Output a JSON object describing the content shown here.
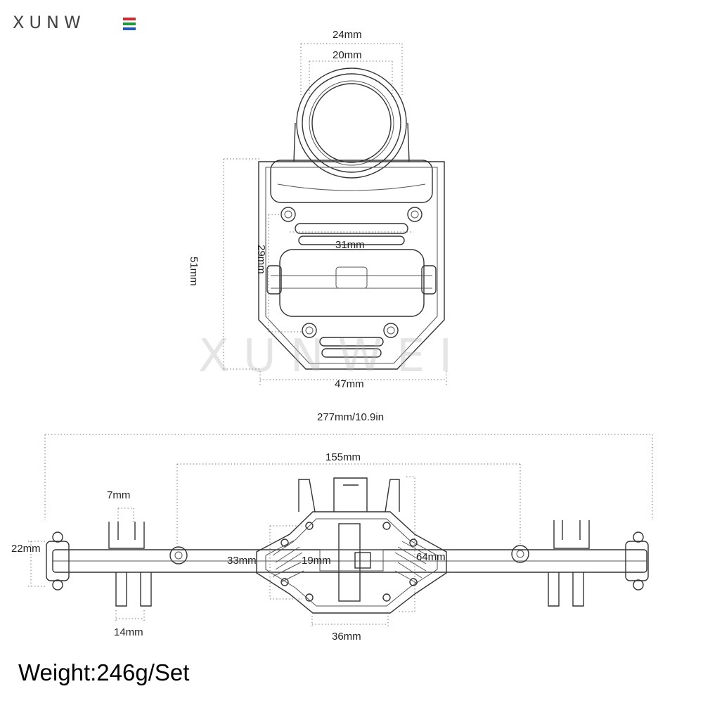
{
  "brand": {
    "logo_text": "XUNW",
    "logo_bar_colors": [
      "#d9262a",
      "#1f9a3b",
      "#1f57c9"
    ],
    "watermark_text": "XUNWEI"
  },
  "top_view": {
    "dims": {
      "outer_ring": "24mm",
      "inner_ring": "20mm",
      "height": "51mm",
      "inner_height": "29mm",
      "mid_width": "31mm",
      "width": "47mm"
    }
  },
  "front_view": {
    "dims": {
      "total_length": "277mm/10.9in",
      "mount_span": "155mm",
      "bracket_gap": "7mm",
      "tube_height": "22mm",
      "diff_side": "33mm",
      "diff_center": "19mm",
      "diff_height": "64mm",
      "foot_width": "14mm",
      "bottom_width": "36mm"
    }
  },
  "footer": {
    "weight": "Weight:246g/Set"
  }
}
